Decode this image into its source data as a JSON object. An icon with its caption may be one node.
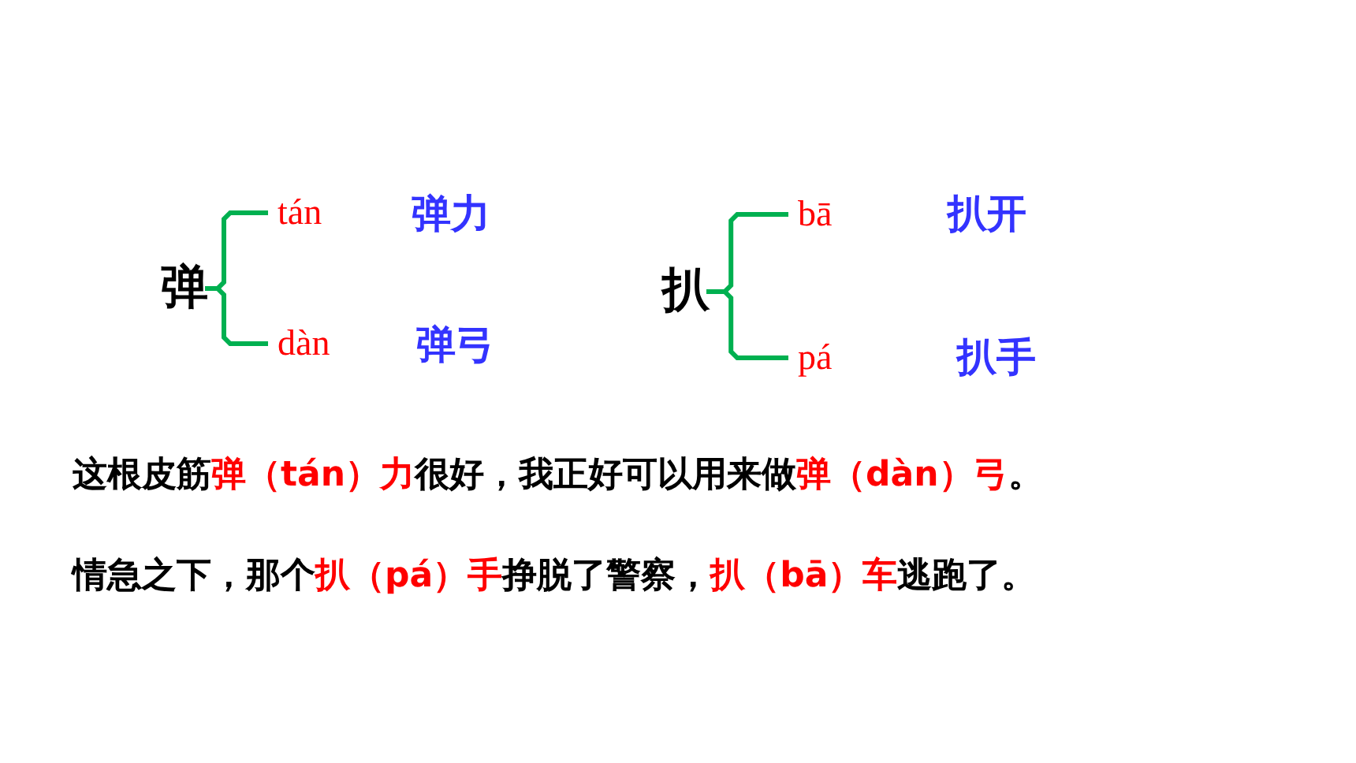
{
  "diagram": {
    "nodes": [
      {
        "text": [
          "弹"
        ]
      },
      {
        "text": [
          "tán"
        ]
      },
      {
        "text": [
          "dàn"
        ]
      },
      {
        "text": [
          "扒"
        ]
      },
      {
        "text": [
          "bā"
        ]
      },
      {
        "text": [
          "pá"
        ]
      }
    ],
    "edges": [
      {
        "from": 0,
        "to": 1,
        "arrow": "none",
        "color": "#00b050"
      },
      {
        "from": 0,
        "to": 2,
        "arrow": "none",
        "color": "#00b050"
      },
      {
        "from": 3,
        "to": 4,
        "arrow": "none",
        "color": "#00b050"
      },
      {
        "from": 3,
        "to": 5,
        "arrow": "none",
        "color": "#00b050"
      }
    ],
    "labels": [
      "弹力",
      "扒开",
      "弹弓",
      "扒手",
      "这根皮筋**弹（tán）力**很好，我正好可以用来做**弹（dàn）弓**。",
      "情急之下，那个**扒（pá）手**挣脱了警察，**扒（bā）车**逃跑了。"
    ]
  }
}
